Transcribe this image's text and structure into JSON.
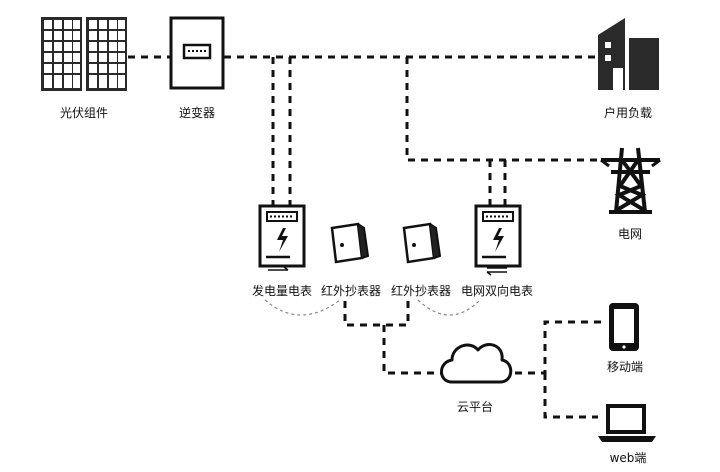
{
  "diagram": {
    "line_color": "#111111",
    "accent_color": "#1a1a1a",
    "nodes": {
      "solar_panels": {
        "label": "光伏组件",
        "icon": "solar-panel-icon"
      },
      "inverter": {
        "label": "逆变器",
        "icon": "inverter-icon"
      },
      "household_load": {
        "label": "户用负载",
        "icon": "building-icon"
      },
      "power_grid": {
        "label": "电网",
        "icon": "transmission-tower-icon"
      },
      "generation_meter": {
        "label": "发电量电表",
        "icon": "electric-meter-icon"
      },
      "ir_reader_left": {
        "label": "红外抄表器",
        "icon": "ir-reader-icon"
      },
      "ir_reader_right": {
        "label": "红外抄表器",
        "icon": "ir-reader-icon"
      },
      "bidirectional_meter": {
        "label": "电网双向电表",
        "icon": "bidirectional-meter-icon"
      },
      "cloud_platform": {
        "label": "云平台",
        "icon": "cloud-icon"
      },
      "mobile_client": {
        "label": "移动端",
        "icon": "mobile-phone-icon"
      },
      "web_client": {
        "label": "web端",
        "icon": "laptop-icon"
      }
    }
  }
}
